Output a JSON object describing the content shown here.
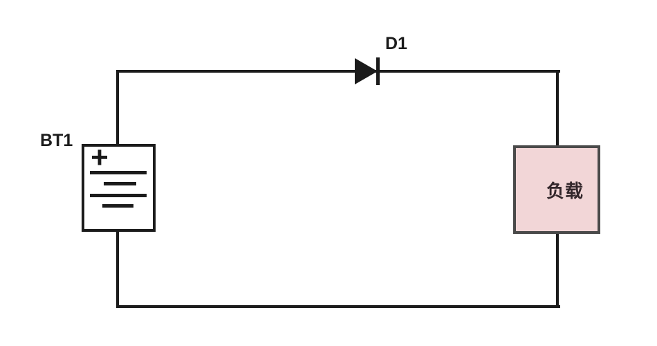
{
  "figure": {
    "type": "circuit-diagram",
    "description": "Battery BT1 connected through diode D1 to a load (负载) in a series loop",
    "background_color": "#ffffff",
    "line_color": "#1b1b1b",
    "components": [
      {
        "id": "battery",
        "label": "BT1",
        "symbol": "two-cell battery in box",
        "polarity_mark": "+"
      },
      {
        "id": "diode",
        "label": "D1",
        "symbol": "diode, anode left / cathode right"
      },
      {
        "id": "load",
        "label": "负载",
        "fill_color": "#f2d6d7",
        "border_color": "#4a4a4a"
      }
    ]
  }
}
